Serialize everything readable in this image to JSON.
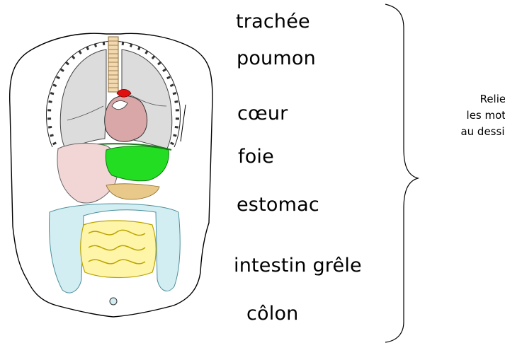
{
  "labels": {
    "trachea": "trachée",
    "lung": "poumon",
    "heart": "cœur",
    "liver": "foie",
    "stomach": "estomac",
    "small_intestine": "intestin grêle",
    "colon": "côlon"
  },
  "instruction": {
    "line1": "Reliez",
    "line2": "les mots",
    "line3": "au dessin"
  },
  "colors": {
    "lung": "#dcdcdc",
    "heart": "#d9a7a7",
    "heart_top": "#e01010",
    "liver": "#f2d6d6",
    "stomach": "#22dd22",
    "pancreas": "#e8c98a",
    "small_intestine": "#fff5a8",
    "colon": "#d3eef2",
    "trachea": "#f3d9b0"
  }
}
